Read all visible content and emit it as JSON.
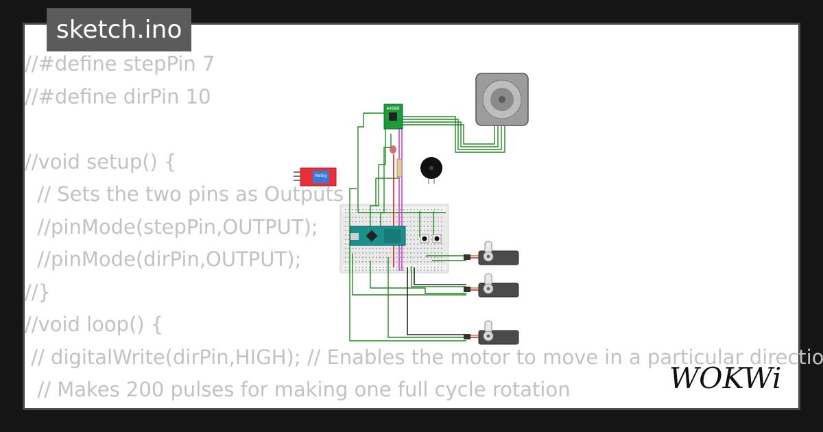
{
  "file_tab": {
    "label": "sketch.ino"
  },
  "code_lines": [
    "//#define stepPin 7",
    "//#define dirPin 10",
    "",
    "//void setup() {",
    "  // Sets the two pins as Outputs",
    "  //pinMode(stepPin,OUTPUT);",
    "  //pinMode(dirPin,OUTPUT);",
    "//}",
    "//void loop() {",
    " // digitalWrite(dirPin,HIGH); // Enables the motor to move in a particular direction",
    "  // Makes 200 pulses for making one full cycle rotation"
  ],
  "components": {
    "driver_label": "A4988",
    "relay_label": "Relay"
  },
  "brand": {
    "logo_text": "WOKWi"
  },
  "colors": {
    "background": "#151515",
    "card": "#ffffff",
    "tab": "#5b5b5b",
    "code_text": "#c2c2c2",
    "wire_green": "#1e8a1e",
    "wire_magenta": "#d13fd1",
    "wire_red": "#d92020",
    "board_teal": "#1b8f8c",
    "relay_red": "#e8303a"
  }
}
